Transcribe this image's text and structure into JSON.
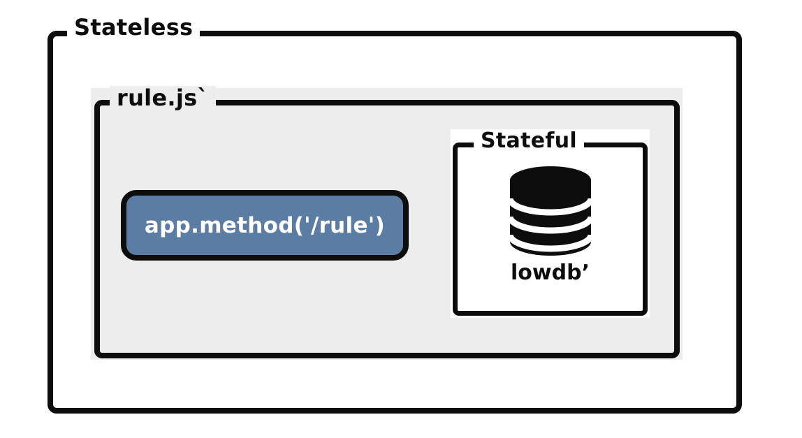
{
  "diagram": {
    "outer_frame": {
      "label": "Stateless"
    },
    "rule_frame": {
      "label": "rule.js`"
    },
    "method_shape": {
      "label": "app.method('/rule')"
    },
    "stateful_frame": {
      "label": "Stateful"
    },
    "database": {
      "icon": "database-cylinder-icon",
      "label": "lowdb’"
    }
  },
  "colors": {
    "ink": "#0d0d0d",
    "panel_gray": "#ededed",
    "shape_blue": "#5b7ca3",
    "shape_text": "#ffffff",
    "background": "#ffffff"
  }
}
